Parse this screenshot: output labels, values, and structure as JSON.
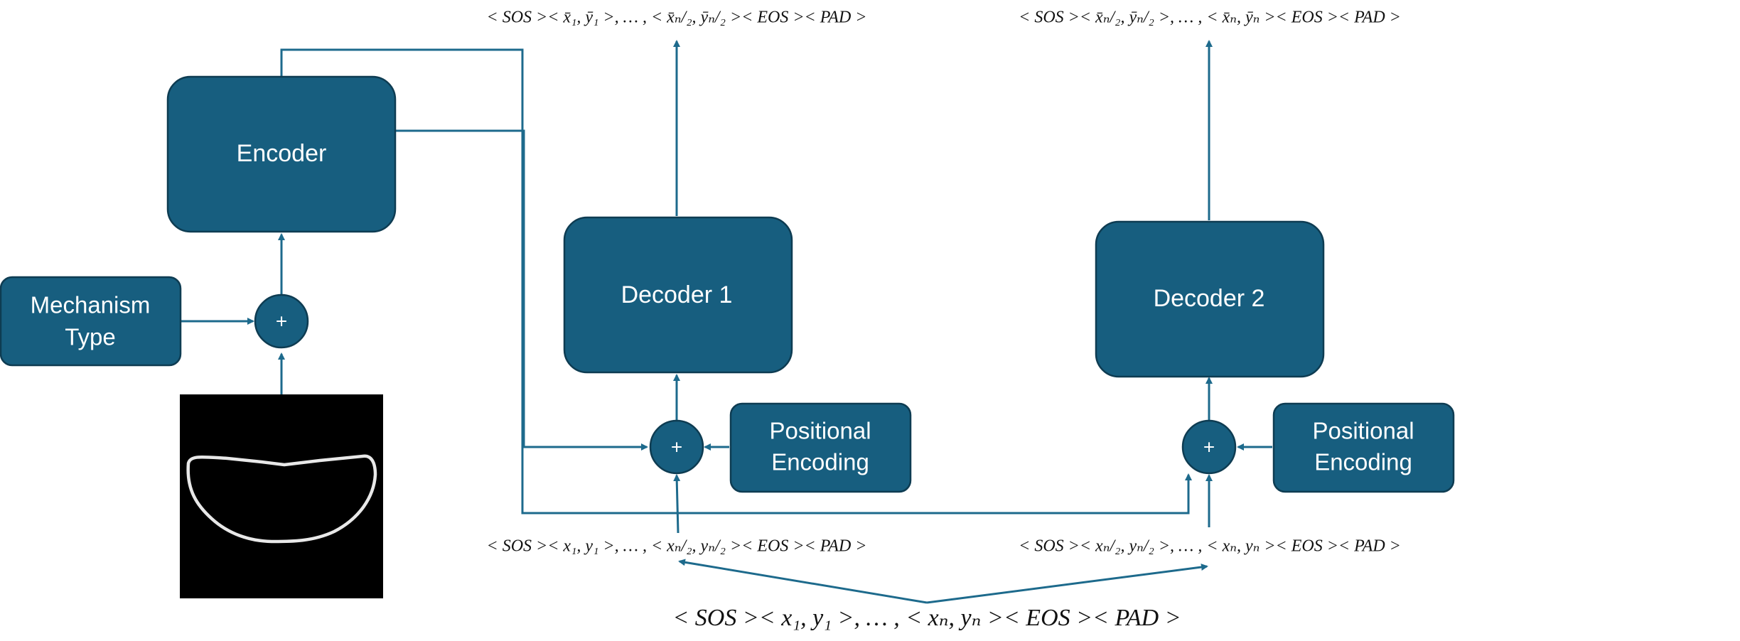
{
  "colors": {
    "box_fill": "#175e7f",
    "box_stroke": "#0e3c52",
    "line": "#1d6a8c",
    "text": "#111111",
    "image_bg": "#000000"
  },
  "blocks": {
    "encoder": "Encoder",
    "decoder1": "Decoder 1",
    "decoder2": "Decoder 2",
    "mechanism_type_line1": "Mechanism",
    "mechanism_type_line2": "Type",
    "pos_enc1_line1": "Positional",
    "pos_enc1_line2": "Encoding",
    "pos_enc2_line1": "Positional",
    "pos_enc2_line2": "Encoding"
  },
  "operators": {
    "sum": "+"
  },
  "sequences": {
    "output1": "< SOS >< x̄₁, ȳ₁ >, … , < x̄ₙ/₂, ȳₙ/₂ >< EOS >< PAD >",
    "output2": "< SOS >< x̄ₙ/₂, ȳₙ/₂ >, … , < x̄ₙ, ȳₙ >< EOS >< PAD >",
    "input1": "< SOS >< x₁, y₁ >, … , < xₙ/₂, yₙ/₂ >< EOS >< PAD >",
    "input2": "< SOS >< xₙ/₂, yₙ/₂ >, … , < xₙ, yₙ >< EOS >< PAD >",
    "full": "< SOS >< x₁, y₁ >, … , < xₙ, yₙ >< EOS >< PAD >"
  },
  "icons": {
    "input_image": "mechanism-curve-image"
  }
}
